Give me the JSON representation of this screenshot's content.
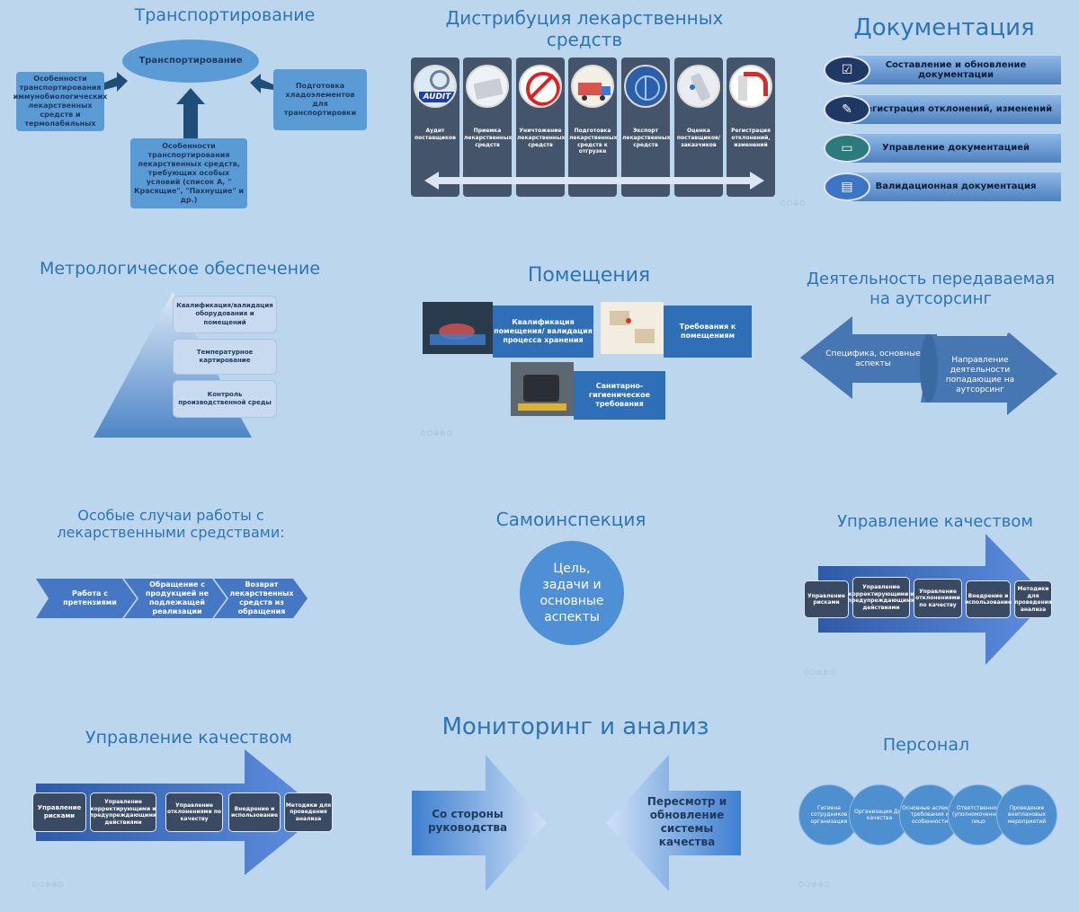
{
  "transport": {
    "title": "Транспортирование",
    "center": "Транспортирование",
    "left": "Особенности транспортирования иммунобиологических лекарственных средств и термолабильных",
    "right": "Подготовка хладоэлементов для транспортировки",
    "bottom": "Особенности транспортирования лекарственных средств, требующих особых условий (список А, \" Красящие\", \"Пахнущие\" и др.)"
  },
  "distribution": {
    "title": "Дистрибуция лекарственных средств",
    "audit_logo": "AUDIT",
    "items": [
      "Аудит поставщиков",
      "Приемка лекарственных средств",
      "Уничтожение лекарственных средств",
      "Подготовка лекарственных средств к отгрузке",
      "Экспорт лекарственных средств",
      "Оценка поставщиков/заказчиков",
      "Регистрация отклонений, изменений"
    ]
  },
  "documentation": {
    "title": "Документация",
    "items": [
      "Составление и обновление документации",
      "Регистрация отклонений, изменений",
      "Управление документацией",
      "Валидационная документация"
    ]
  },
  "metrology": {
    "title": "Метрологическое обеспечение",
    "items": [
      "Квалификация/валидация оборудования и помещений",
      "Температурное картирование",
      "Контроль производственной среды"
    ]
  },
  "premises": {
    "title": "Помещения",
    "items": [
      "Квалификация помещения/ валидация процесса хранения",
      "Требования к помещениям",
      "Санитарно-гигиеническое требования"
    ]
  },
  "outsourcing": {
    "title": "Деятельность передаваемая на аутсорсинг",
    "left": "Специфика, основные аспекты",
    "right": "Направление деятельности попадающие на аутсорсинг"
  },
  "special_cases": {
    "title": "Особые случаи работы с лекарственными средствами:",
    "items": [
      "Работа с претензиями",
      "Обращение с продукцией не подлежащей реализации",
      "Возврат лекарственных средств из обращения"
    ]
  },
  "self_inspection": {
    "title": "Самоинспекция",
    "circle": "Цель, задачи и основные аспекты"
  },
  "quality1": {
    "title": "Управление качеством",
    "items": [
      "Управление рисками",
      "Управление корректирующими и предупреждающими действиями",
      "Управление отклонениями по качеству",
      "Внедрение и использование",
      "Методики для проведения анализа"
    ]
  },
  "quality2": {
    "title": "Управление качеством",
    "items": [
      "Управление рисками",
      "Управление корректирующими и предупреждающими действиями",
      "Управление отклонениями по качеству",
      "Внедрение и использование",
      "Методики для проведения анализа"
    ]
  },
  "monitoring": {
    "title": "Мониторинг и анализ",
    "left": "Со стороны руководства",
    "right": "Пересмотр и обновление системы качества"
  },
  "personnel": {
    "title": "Персонал",
    "items": [
      "Гигиена сотрудников организации",
      "Организация Для качества",
      "Основные аспекты, требования и особенности",
      "Ответственное (уполномоченное) лицо",
      "Проведение внеплановых мероприятий"
    ]
  },
  "colors": {
    "background": "#bcd6ee",
    "title": "#2e74b5",
    "box": "#5b9bd5",
    "dark": "#44546a"
  }
}
